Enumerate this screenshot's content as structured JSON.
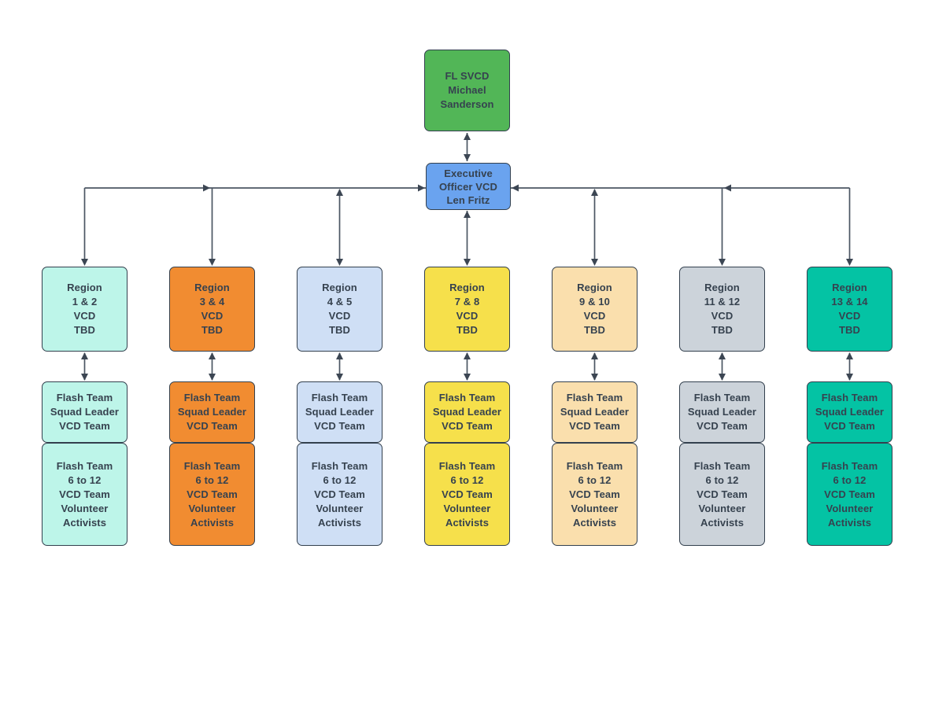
{
  "palette": {
    "background": "#ffffff",
    "connector_line": "#4b5663",
    "box_border": "#33404e",
    "box_text": "#36424f",
    "top_fill": "#52b657",
    "exec_fill": "#6aa3ef"
  },
  "nodes": {
    "top": {
      "label": "FL SVCD\nMichael\nSanderson"
    },
    "exec": {
      "label": "Executive\nOfficer VCD\nLen Fritz"
    }
  },
  "flash": {
    "leader_label": "Flash Team\nSquad Leader\nVCD Team",
    "team_label": "Flash Team\n6 to 12\nVCD Team\nVolunteer\nActivists"
  },
  "columns": [
    {
      "region_label": "Region\n1 & 2\nVCD\nTBD",
      "fill": "#bdf5e9"
    },
    {
      "region_label": "Region\n3 & 4\nVCD\nTBD",
      "fill": "#f18c31"
    },
    {
      "region_label": "Region\n4 & 5\nVCD\nTBD",
      "fill": "#cfdff5"
    },
    {
      "region_label": "Region\n7 & 8\nVCD\nTBD",
      "fill": "#f6e04b"
    },
    {
      "region_label": "Region\n9 & 10\nVCD\nTBD",
      "fill": "#fadfad"
    },
    {
      "region_label": "Region\n11 & 12\nVCD\nTBD",
      "fill": "#ccd3da"
    },
    {
      "region_label": "Region\n13 & 14\nVCD\nTBD",
      "fill": "#04c3a4"
    }
  ]
}
